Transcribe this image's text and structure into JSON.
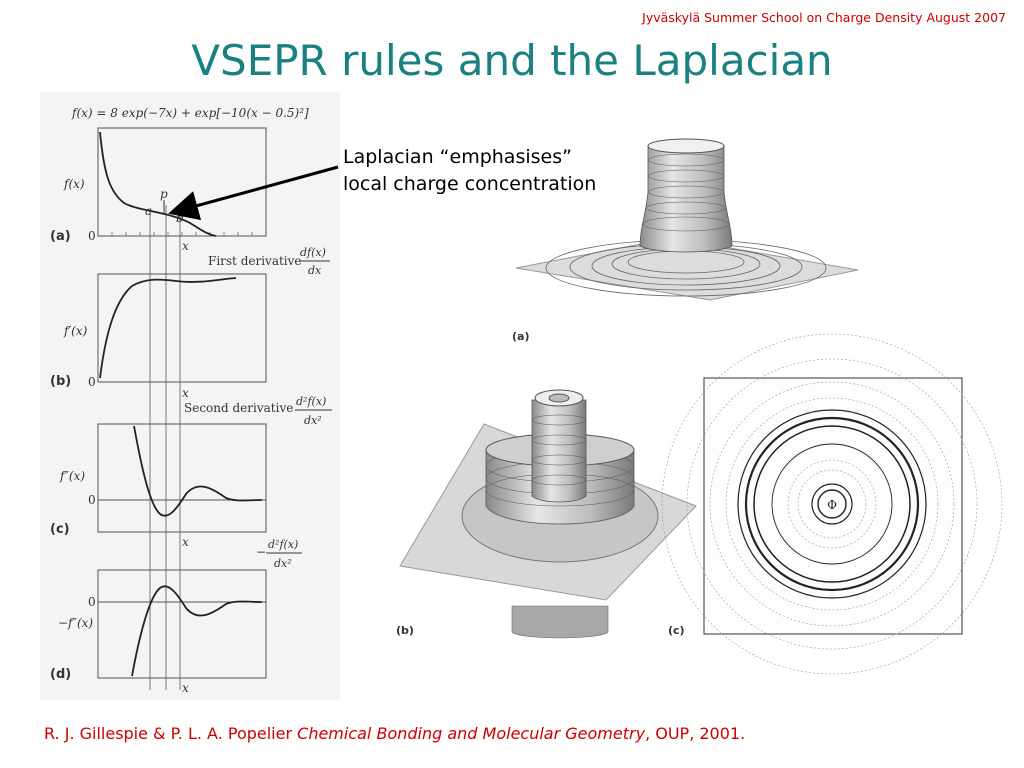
{
  "slide": {
    "header_note": "Jyväskylä Summer School  on Charge Density August 2007",
    "title": "VSEPR rules and the Laplacian",
    "callout_line1": "Laplacian “emphasises”",
    "callout_line2": "local charge concentration",
    "citation": {
      "authors": "R. J. Gillespie & P. L. A. Popelier ",
      "book": "Chemical Bonding and Molecular Geometry",
      "rest": ", OUP, 2001."
    }
  },
  "left_figure": {
    "formula": "f(x) = 8 exp(−7x) + exp[−10(x − 0.5)²]",
    "panel_a": {
      "letter": "(a)",
      "ylabel": "f(x)",
      "zero": "0",
      "xlabel": "x",
      "point_p": "p",
      "point_a": "a",
      "point_b": "b"
    },
    "panel_b": {
      "letter": "(b)",
      "caption": "First derivative",
      "frac_num": "df(x)",
      "frac_den": "dx",
      "ylabel": "f′(x)",
      "zero": "0",
      "xlabel": "x"
    },
    "panel_c": {
      "letter": "(c)",
      "caption": "Second derivative",
      "frac_num": "d²f(x)",
      "frac_den": "dx²",
      "ylabel": "f″(x)",
      "zero": "0",
      "xlabel": "x"
    },
    "panel_d": {
      "letter": "(d)",
      "frac_prefix": "−",
      "frac_num": "d²f(x)",
      "frac_den": "dx²",
      "ylabel": "−f″(x)",
      "zero": "0",
      "xlabel": "x"
    }
  },
  "right_figure": {
    "label_a": "(a)",
    "label_b": "(b)",
    "label_c": "(c)",
    "center_symbol": "Φ"
  }
}
